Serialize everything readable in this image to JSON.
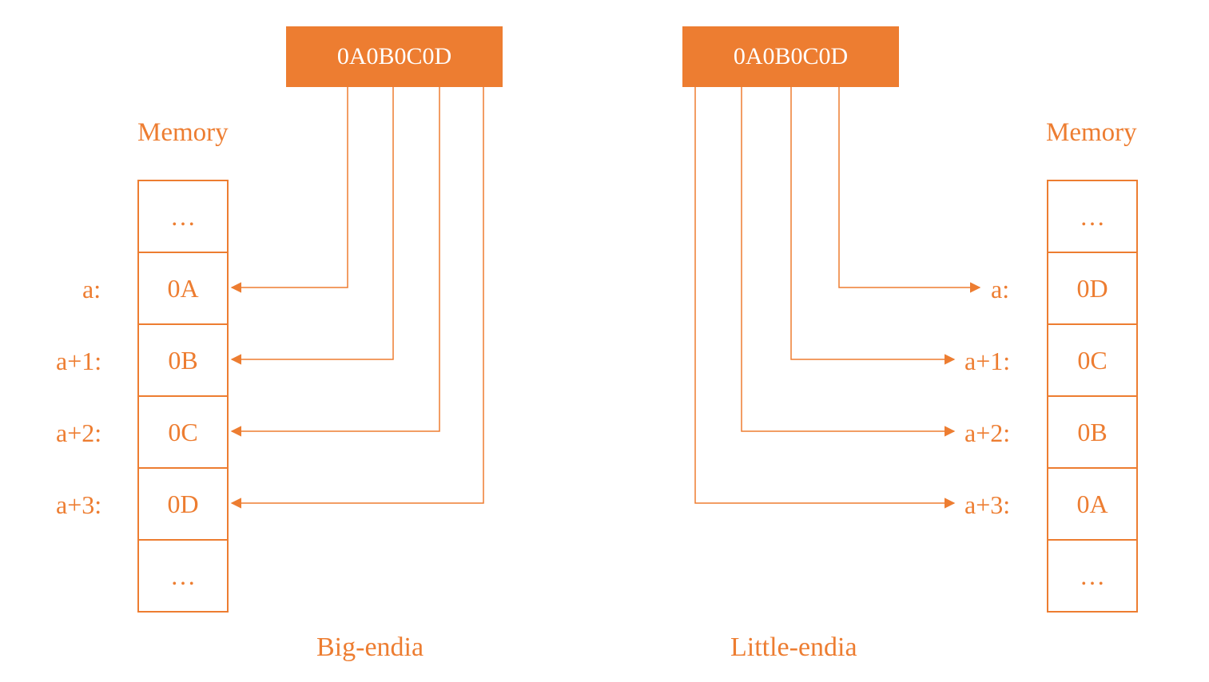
{
  "big_endian": {
    "word": "0A0B0C0D",
    "memory_title": "Memory",
    "cells": [
      "…",
      "0A",
      "0B",
      "0C",
      "0D",
      "…"
    ],
    "addresses": [
      "a:",
      "a+1:",
      "a+2:",
      "a+3:"
    ],
    "caption": "Big-endia"
  },
  "little_endian": {
    "word": "0A0B0C0D",
    "memory_title": "Memory",
    "cells": [
      "…",
      "0D",
      "0C",
      "0B",
      "0A",
      "…"
    ],
    "addresses": [
      "a:",
      "a+1:",
      "a+2:",
      "a+3:"
    ],
    "caption": "Little-endia"
  },
  "colors": {
    "accent": "#ED7D31",
    "text_on_accent": "#FFFFFF"
  }
}
